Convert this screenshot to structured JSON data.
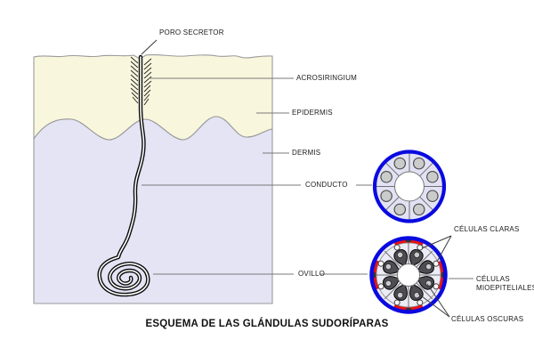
{
  "title": "ESQUEMA DE LAS GLÁNDULAS SUDORÍPARAS",
  "labels": {
    "poro_secretor": "PORO SECRETOR",
    "acrosiringium": "ACROSIRINGIUM",
    "epidermis": "EPIDERMIS",
    "dermis": "DERMIS",
    "conducto": "CONDUCTO",
    "ovillo": "OVILLO",
    "celulas_claras": "CÉLULAS CLARAS",
    "celulas_mioepiteliales_line1": "CÉLULAS",
    "celulas_mioepiteliales_line2": "MIOEPITELIALES",
    "celulas_oscuras": "CÉLULAS OSCURAS"
  },
  "colors": {
    "epidermis_fill": "#f8f6dc",
    "dermis_fill": "#e4e4f5",
    "duct_circle_fill": "#e2e2f4",
    "secretory_circle_fill": "#ececf7",
    "ring_blue": "#0a0ae0",
    "myoepithelial_red": "#ee1010",
    "dark_cell": "#4d4d52",
    "nucleus_gray": "#cbcbcb"
  }
}
